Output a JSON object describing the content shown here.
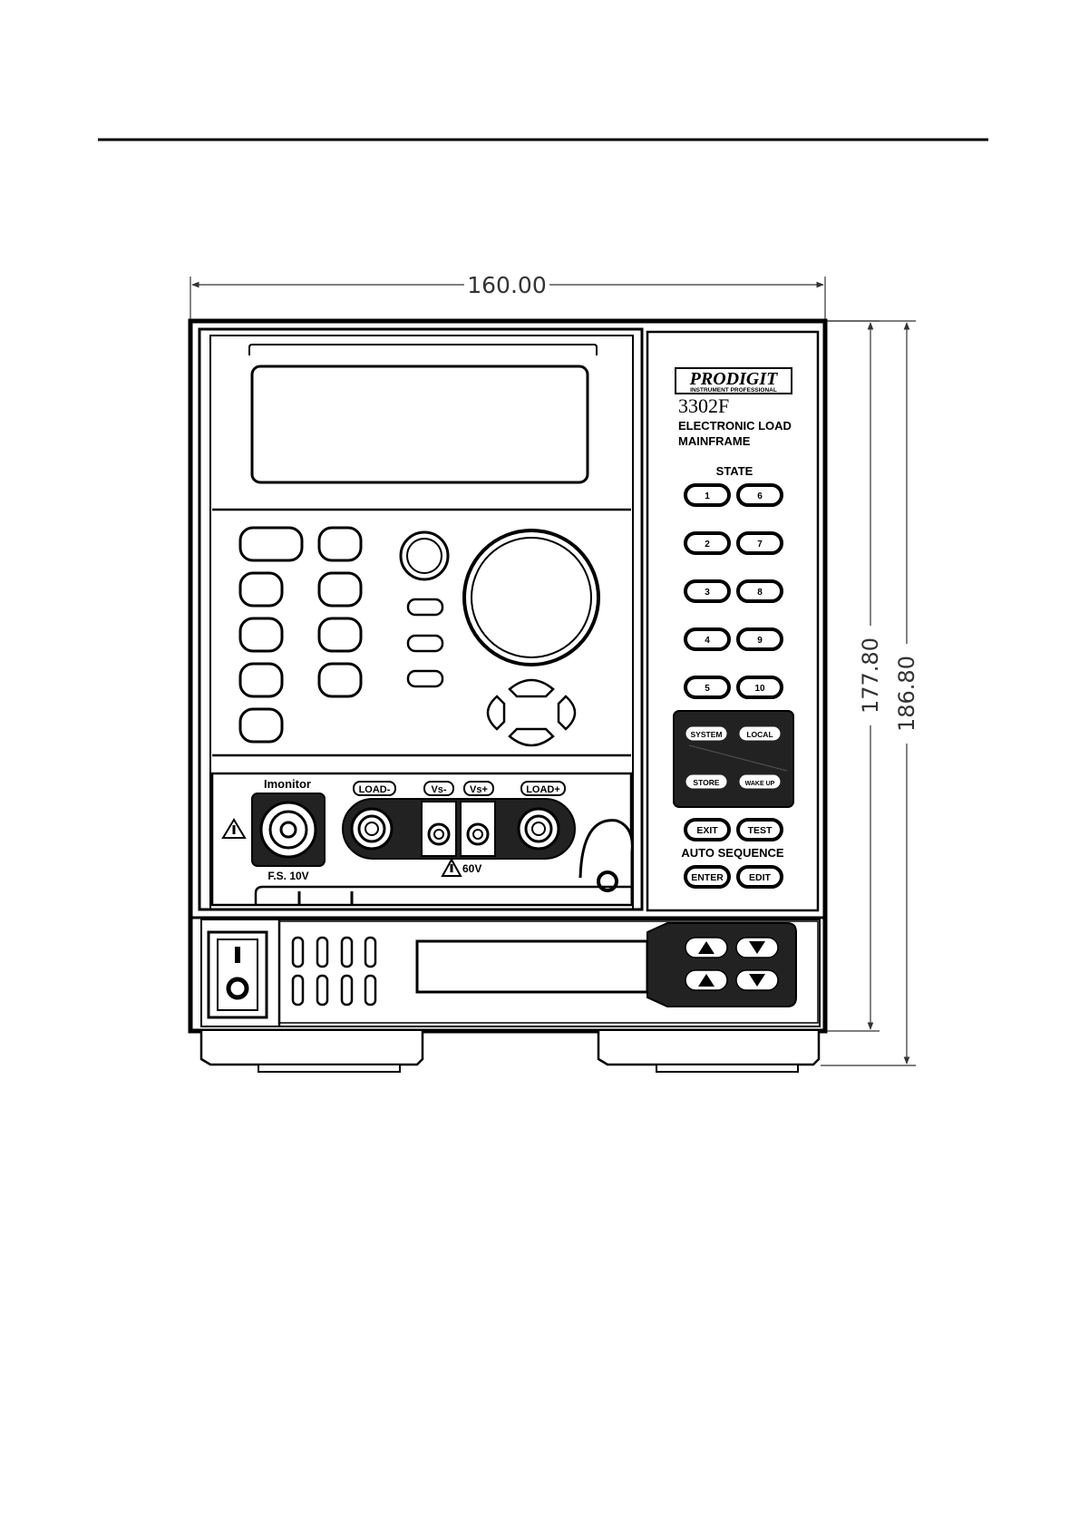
{
  "dimensions": {
    "width": "160.00",
    "height_body": "177.80",
    "height_total": "186.80"
  },
  "brand": {
    "logo_text": "PRODIGIT",
    "logo_sub": "INSTRUMENT PROFESSIONAL"
  },
  "model": {
    "number": "3302F",
    "line1": "ELECTRONIC  LOAD",
    "line2": "MAINFRAME"
  },
  "state": {
    "title": "STATE",
    "buttons": [
      "1",
      "2",
      "3",
      "4",
      "5",
      "6",
      "7",
      "8",
      "9",
      "10"
    ]
  },
  "function_keys": {
    "system": "SYSTEM",
    "local": "LOCAL",
    "store": "STORE",
    "wake_up": "WAKE UP",
    "exit": "EXIT",
    "test": "TEST",
    "enter": "ENTER",
    "edit": "EDIT"
  },
  "auto_sequence": "AUTO  SEQUENCE",
  "terminals": {
    "imonitor": "Imonitor",
    "fs": "F.S. 10V",
    "load_minus": "LOAD-",
    "vs_minus": "Vs-",
    "vs_plus": "Vs+",
    "load_plus": "LOAD+",
    "voltage": "60V"
  }
}
